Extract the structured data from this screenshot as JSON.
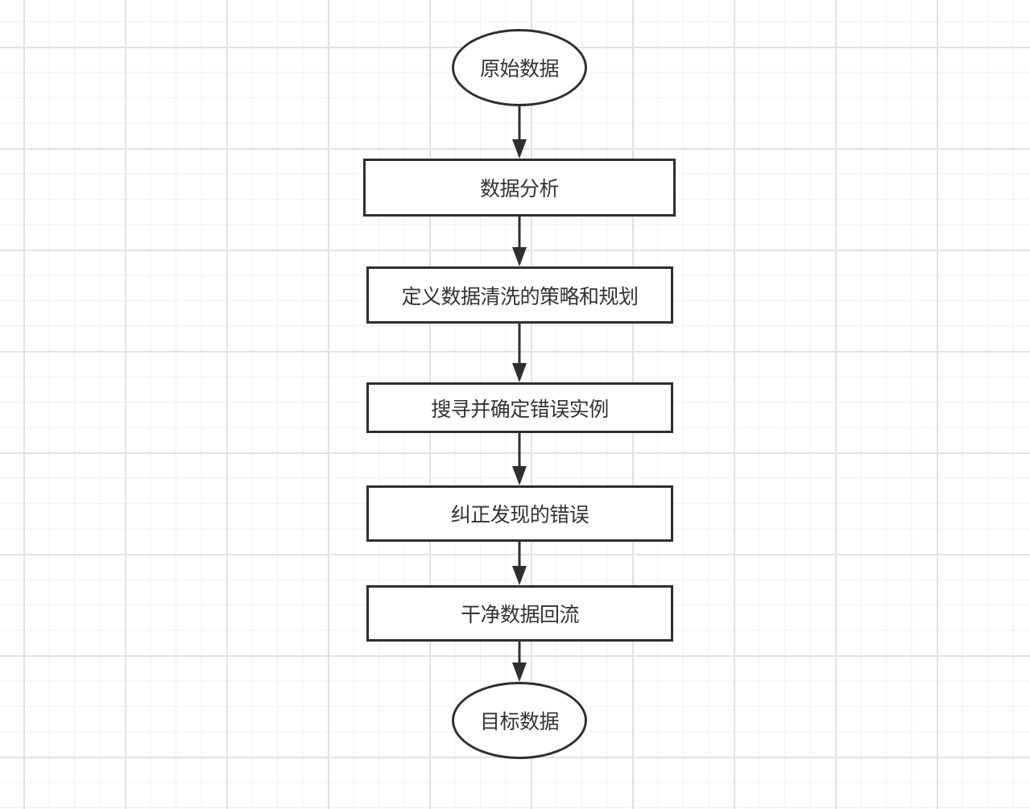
{
  "diagram": {
    "nodes": [
      {
        "id": "start",
        "shape": "ellipse",
        "label": "原始数据"
      },
      {
        "id": "step1",
        "shape": "rect",
        "label": "数据分析"
      },
      {
        "id": "step2",
        "shape": "rect",
        "label": "定义数据清洗的策略和规划"
      },
      {
        "id": "step3",
        "shape": "rect",
        "label": "搜寻并确定错误实例"
      },
      {
        "id": "step4",
        "shape": "rect",
        "label": "纠正发现的错误"
      },
      {
        "id": "step5",
        "shape": "rect",
        "label": "干净数据回流"
      },
      {
        "id": "end",
        "shape": "ellipse",
        "label": "目标数据"
      }
    ],
    "edges": [
      {
        "from": "start",
        "to": "step1"
      },
      {
        "from": "step1",
        "to": "step2"
      },
      {
        "from": "step2",
        "to": "step3"
      },
      {
        "from": "step3",
        "to": "step4"
      },
      {
        "from": "step4",
        "to": "step5"
      },
      {
        "from": "step5",
        "to": "end"
      }
    ],
    "colors": {
      "stroke": "#2f2f2f",
      "text": "#333333",
      "fill": "#ffffff",
      "grid_major": "#e2e2e2",
      "grid_minor": "#f1f1f1"
    }
  }
}
